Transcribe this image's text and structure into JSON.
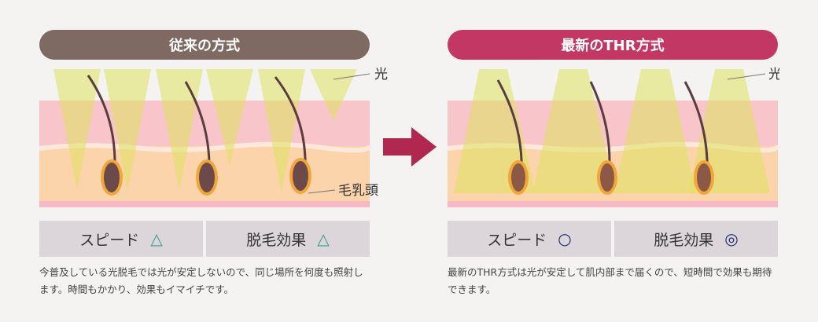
{
  "left": {
    "title": "従来の方式",
    "light_label": "光",
    "papilla_label": "毛乳頭",
    "rating_speed": {
      "label": "スピード",
      "symbol": "△"
    },
    "rating_effect": {
      "label": "脱毛効果",
      "symbol": "△"
    },
    "description": "今普及している光脱毛では光が安定しないので、同じ場所を何度も照射します。時間もかかり、効果もイマイチです。"
  },
  "right": {
    "title": "最新のTHR方式",
    "light_label": "光",
    "rating_speed": {
      "label": "スピード",
      "symbol": "○"
    },
    "rating_effect": {
      "label": "脱毛効果",
      "symbol": "◎"
    },
    "description": "最新のTHR方式は光が安定して肌内部まで届くので、短時間で効果も期待できます。"
  },
  "colors": {
    "left_pill": "#7e6a62",
    "right_pill": "#c23763",
    "arrow": "#b0274f",
    "skin_top": "#f8c6ca",
    "skin_bottom": "#fbd4ab",
    "light": "#e9ec8e",
    "hair": "#5a3d3f",
    "bulb_glow": "#f2a63a"
  }
}
